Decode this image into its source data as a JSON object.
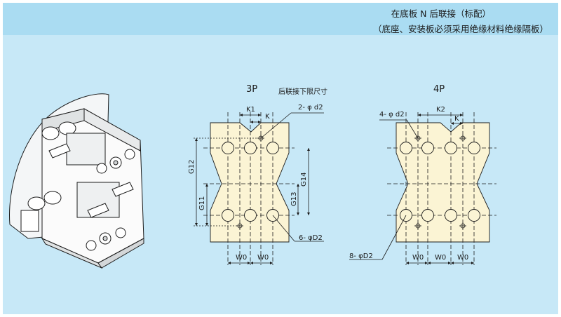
{
  "header": {
    "line1": "在底板 N 后联接（标配）",
    "line2": "（底座、安装板必须采用绝缘材料绝缘隔板）"
  },
  "diagram_3p": {
    "pole_label": "3P",
    "subtitle": "后联接下限尺寸",
    "labels": {
      "k1": "K1",
      "k": "K",
      "d2_small": "2- φ d2",
      "D2_large": "6- φD2",
      "g12": "G12",
      "g11": "G11",
      "g13": "G13",
      "g14": "G14",
      "w0_a": "W0",
      "w0_b": "W0"
    }
  },
  "diagram_4p": {
    "pole_label": "4P",
    "labels": {
      "k2": "K2",
      "k": "K",
      "d2_small": "4- φ d2",
      "D2_large": "8- φD2",
      "w0_a": "W0",
      "w0_b": "W0",
      "w0_c": "W0"
    }
  },
  "colors": {
    "background": "#c7e8f7",
    "header_band": "#aadcf2",
    "plate_fill": "#fbf4d4",
    "line": "#1b1b1b"
  }
}
